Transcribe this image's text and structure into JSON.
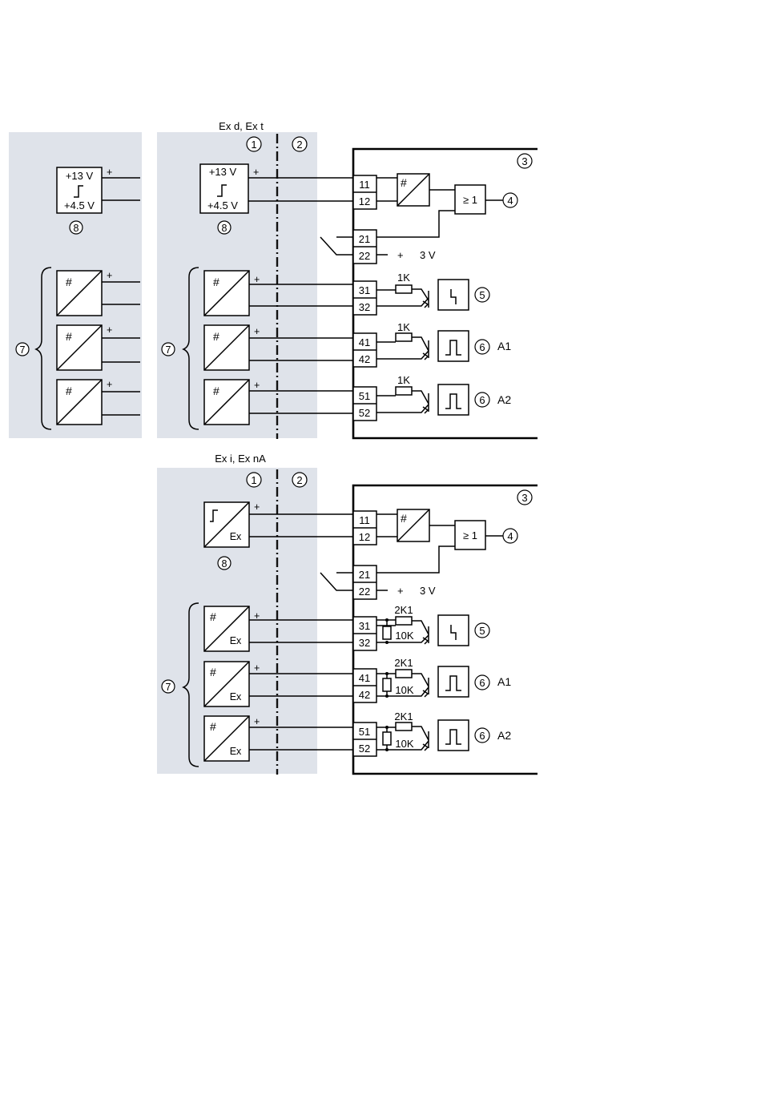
{
  "labels": {
    "ex_d": "Ex d, Ex t",
    "ex_i": "Ex i, Ex nA",
    "n1": "1",
    "n2": "2",
    "n3": "3",
    "n4": "4",
    "n5": "5",
    "n6": "6",
    "n7": "7",
    "n8": "8",
    "v13": "+13 V",
    "v45": "+4.5 V",
    "plus": "+",
    "plus3v": "+",
    "v3": "3 V",
    "hash": "#",
    "ex": "Ex",
    "or": "≥ 1",
    "a1": "A1",
    "a2": "A2",
    "r1k": "1K",
    "r2k1": "2K1",
    "r10k": "10K"
  },
  "terminals": {
    "t11": "11",
    "t12": "12",
    "t21": "21",
    "t22": "22",
    "t31": "31",
    "t32": "32",
    "t41": "41",
    "t42": "42",
    "t51": "51",
    "t52": "52"
  }
}
